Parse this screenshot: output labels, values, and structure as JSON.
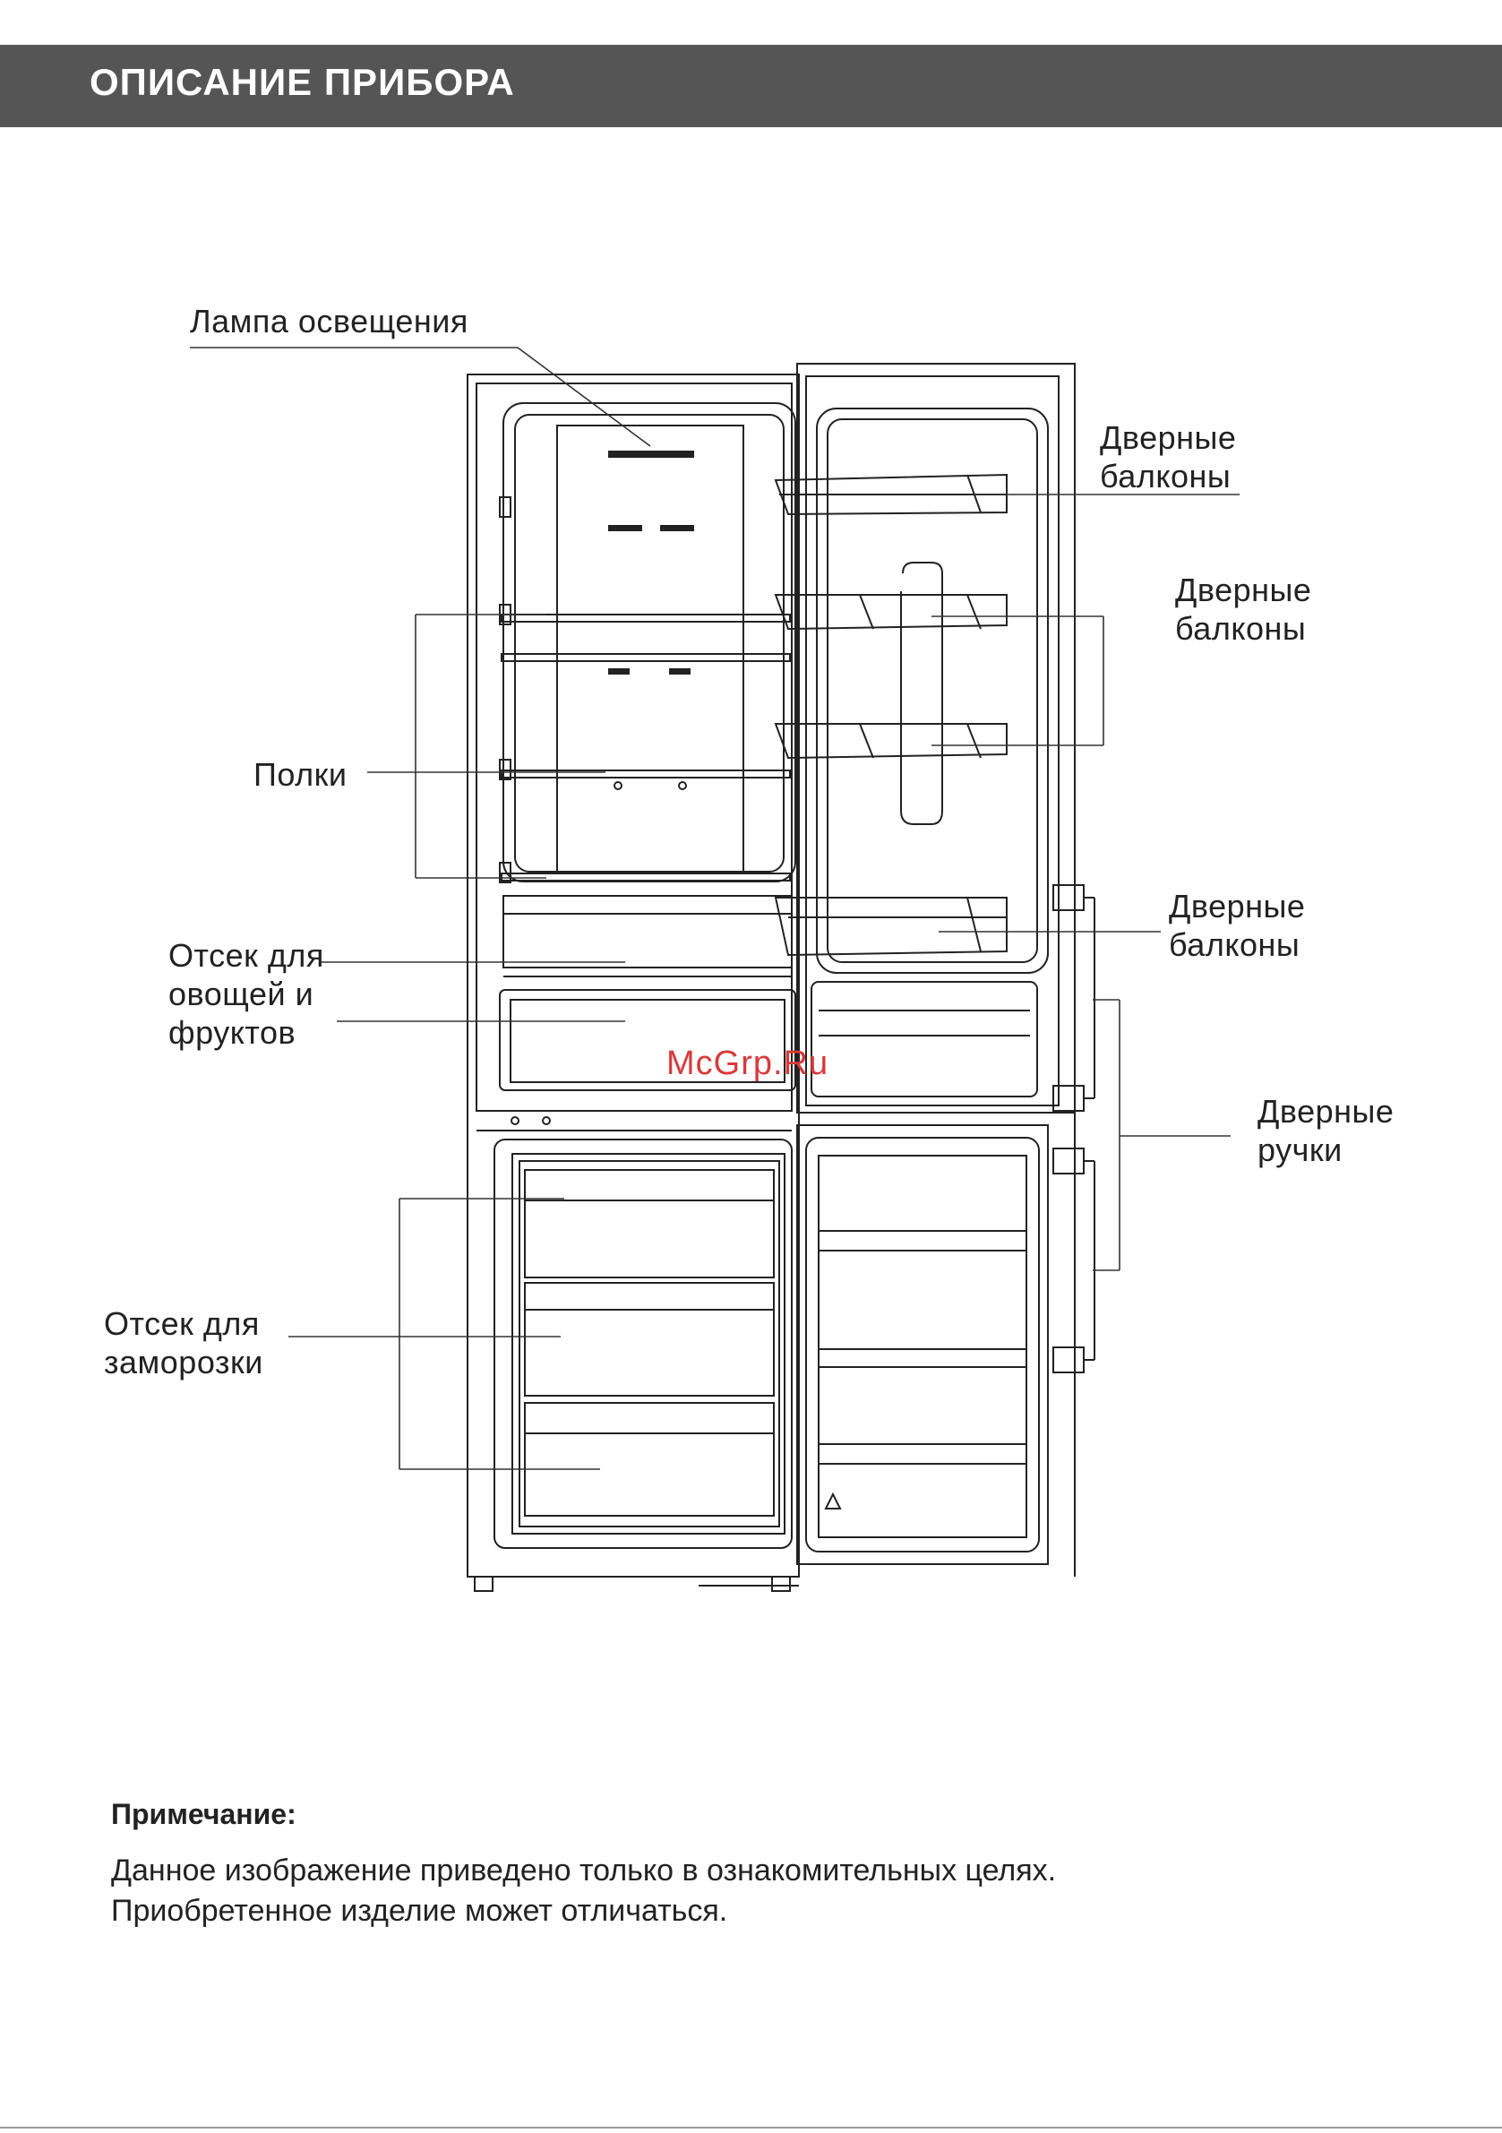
{
  "header": {
    "title": "ОПИСАНИЕ ПРИБОРА"
  },
  "labels": {
    "lamp": "Лампа освещения",
    "door_balconies_1_l1": "Дверные",
    "door_balconies_1_l2": "балконы",
    "door_balconies_2_l1": "Дверные",
    "door_balconies_2_l2": "балконы",
    "door_balconies_3_l1": "Дверные",
    "door_balconies_3_l2": "балконы",
    "shelves": "Полки",
    "crisper_l1": "Отсек для",
    "crisper_l2": "овощей и",
    "crisper_l3": "фруктов",
    "door_handles_l1": "Дверные",
    "door_handles_l2": "ручки",
    "freezer_l1": "Отсек для",
    "freezer_l2": "заморозки"
  },
  "watermark": "McGrp.Ru",
  "note": {
    "title": "Примечание:",
    "line1": "Данное изображение приведено только  в ознакомительных целях.",
    "line2": "Приобретенное изделие может отличаться."
  }
}
